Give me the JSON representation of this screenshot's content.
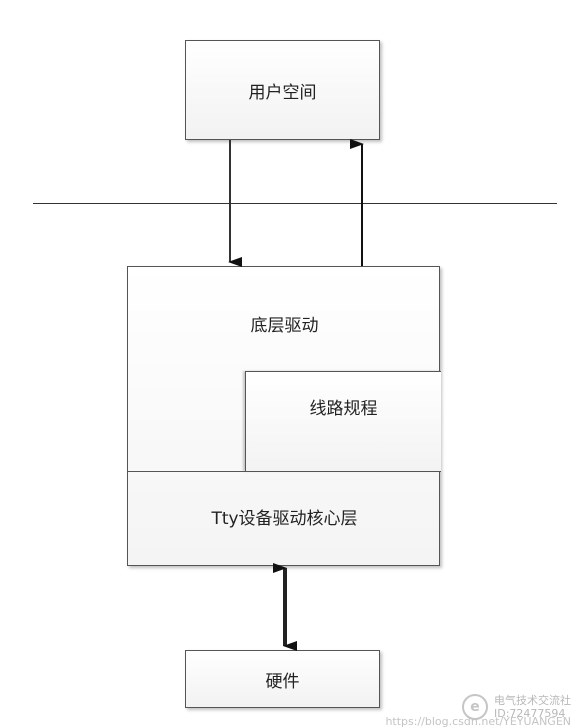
{
  "diagram": {
    "user_space": "用户空间",
    "low_level_driver": "底层驱动",
    "line_discipline": "线路规程",
    "tty_core": "Tty设备驱动核心层",
    "hardware": "硬件"
  },
  "watermark": {
    "line1": "电气技术交流社",
    "line2": "ID:72477594",
    "url": "https://blog.csdn.net/YEYUANGEN"
  }
}
